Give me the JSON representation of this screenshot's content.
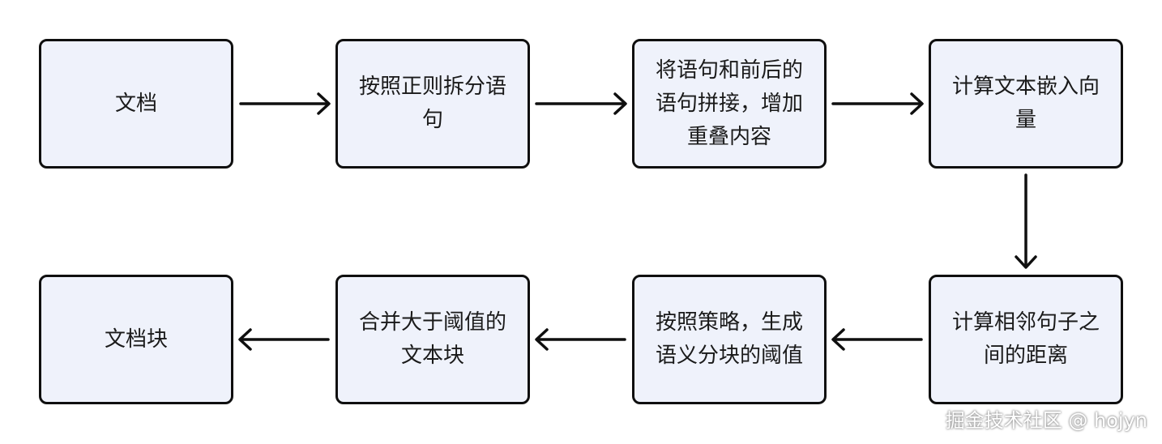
{
  "nodes": {
    "document": "文档",
    "split_sentences": "按照正则拆分语句",
    "merge_context": "将语句和前后的语句拼接，增加重叠内容",
    "compute_embeddings": "计算文本嵌入向量",
    "compute_distances": "计算相邻句子之间的距离",
    "generate_threshold": "按照策略，生成语义分块的阈值",
    "merge_chunks": "合并大于阈值的文本块",
    "document_chunks": "文档块"
  },
  "watermark": "掘金技术社区 @ hojyn",
  "colors": {
    "node_fill": "#eff2fb",
    "node_border": "#0f0f0f",
    "arrow": "#0f0f0f",
    "background": "#ffffff"
  }
}
